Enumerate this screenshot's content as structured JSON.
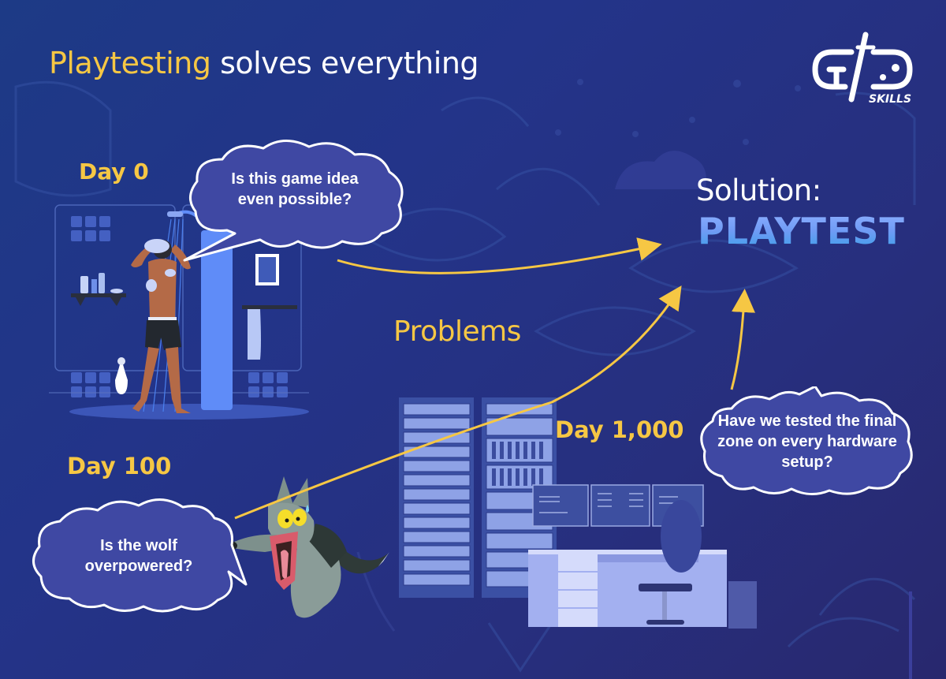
{
  "header": {
    "title_highlight": "Playtesting",
    "title_rest": " solves everything"
  },
  "logo": {
    "text": "SKILLS",
    "icon": "gd-skills-controller-sword-logo"
  },
  "timeline": [
    {
      "day_label": "Day 0",
      "question": "Is this game idea even possible?",
      "illustration": "person-in-shower-icon"
    },
    {
      "day_label": "Day 100",
      "question": "Is the wolf overpowered?",
      "illustration": "scared-wolf-icon"
    },
    {
      "day_label": "Day 1,000",
      "question": "Have we tested the final zone on every hardware setup?",
      "illustration": "server-room-desk-icon"
    }
  ],
  "problems_label": "Problems",
  "solution": {
    "label": "Solution:",
    "value": "PLAYTEST"
  },
  "colors": {
    "background_start": "#1d3a86",
    "background_end": "#28286e",
    "accent_yellow": "#f6c744",
    "bubble_fill": "#3f48a3",
    "bubble_stroke": "#ffffff",
    "playtest_gradient_top": "#8fb0ff",
    "playtest_gradient_bottom": "#3aa0e8"
  }
}
